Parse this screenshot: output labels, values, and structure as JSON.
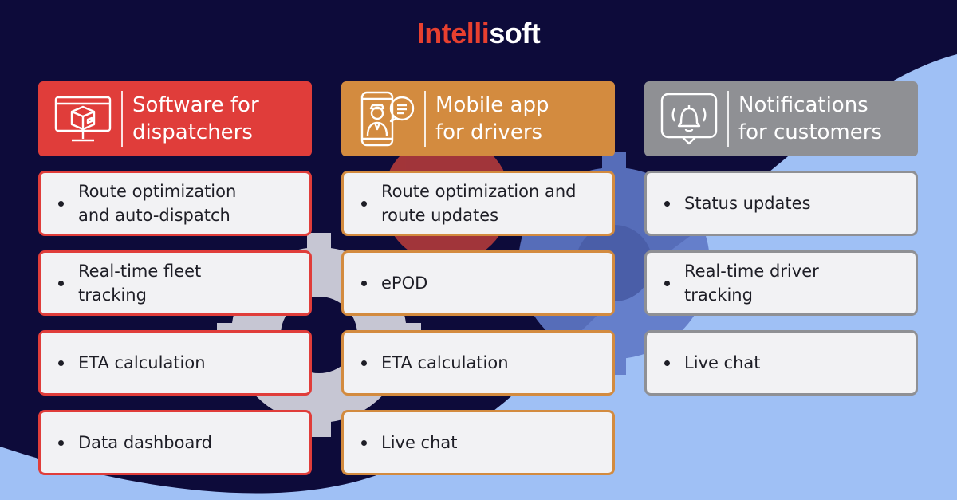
{
  "brand": {
    "part1": "Intelli",
    "part2": "soft",
    "accent": "#e8402f"
  },
  "colors": {
    "background": "#0d0b3a",
    "wave": "#9fc0f5",
    "column1": "#e03d3a",
    "column2": "#d38b3f",
    "column3": "#8f9094"
  },
  "columns": [
    {
      "title_line1": "Software for",
      "title_line2": "dispatchers",
      "icon": "monitor-package-icon",
      "items": [
        {
          "line1": "Route optimization",
          "line2": "and auto-dispatch"
        },
        {
          "line1": "Real-time fleet",
          "line2": "tracking"
        },
        {
          "line1": "ETA calculation",
          "line2": ""
        },
        {
          "line1": "Data dashboard",
          "line2": ""
        }
      ]
    },
    {
      "title_line1": "Mobile app",
      "title_line2": "for drivers",
      "icon": "phone-driver-icon",
      "items": [
        {
          "line1": "Route optimization and",
          "line2": "route updates"
        },
        {
          "line1": "ePOD",
          "line2": ""
        },
        {
          "line1": "ETA calculation",
          "line2": ""
        },
        {
          "line1": "Live chat",
          "line2": ""
        }
      ]
    },
    {
      "title_line1": "Notifications",
      "title_line2": "for customers",
      "icon": "bell-notification-icon",
      "items": [
        {
          "line1": "Status updates",
          "line2": ""
        },
        {
          "line1": "Real-time driver",
          "line2": "tracking"
        },
        {
          "line1": "Live chat",
          "line2": ""
        }
      ]
    }
  ]
}
